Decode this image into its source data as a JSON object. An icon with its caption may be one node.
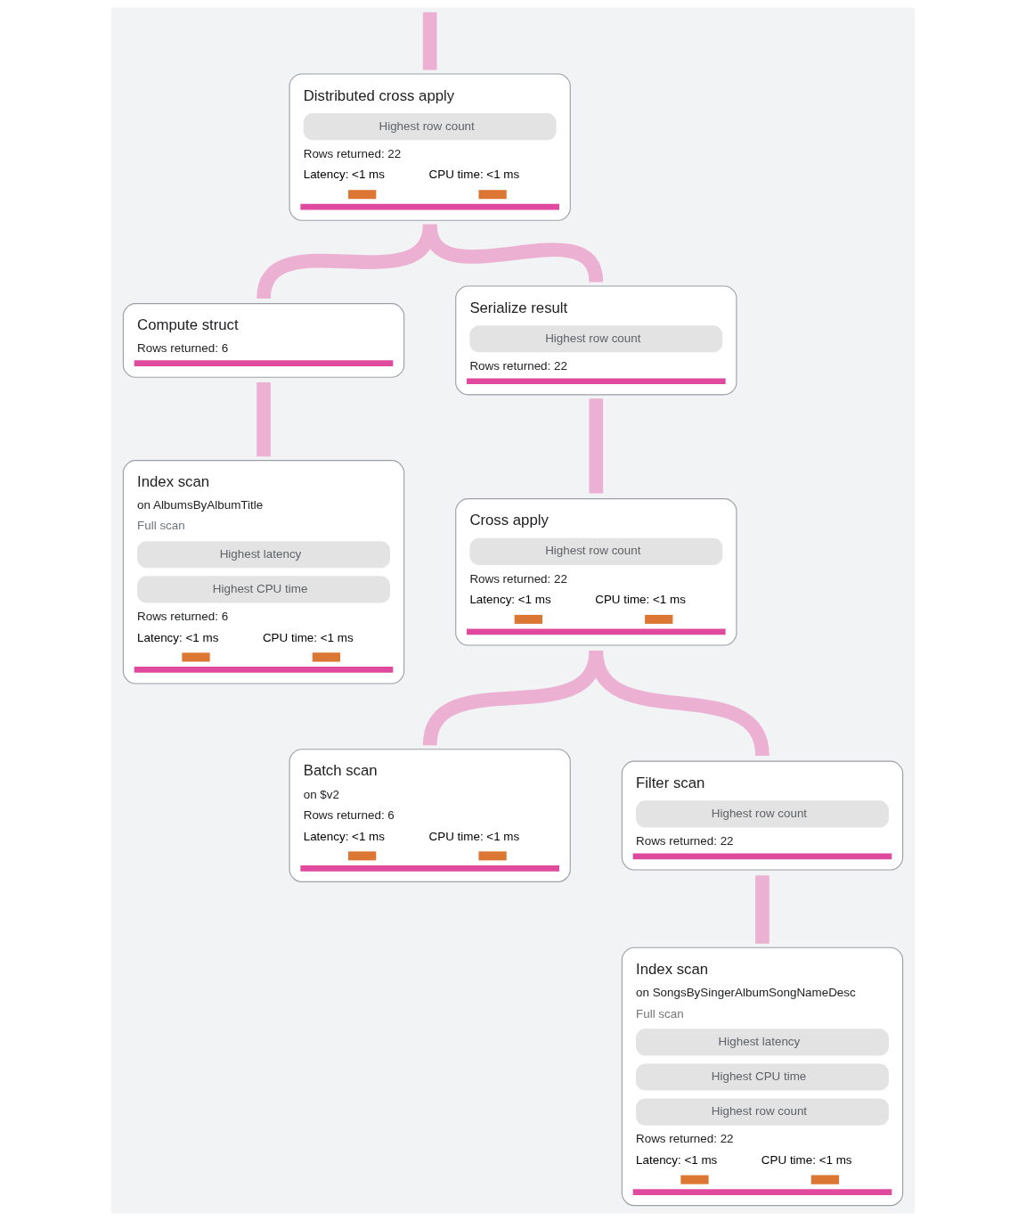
{
  "diagram": {
    "nodes": [
      {
        "text": [
          "Distributed cross apply",
          "Highest row count",
          "Rows returned: 22",
          "Latency: <1 ms",
          "CPU time: <1 ms"
        ]
      },
      {
        "text": [
          "Compute struct",
          "Rows returned: 6"
        ]
      },
      {
        "text": [
          "Serialize result",
          "Highest row count",
          "Rows returned: 22"
        ]
      },
      {
        "text": [
          "Index scan",
          "on AlbumsByAlbumTitle",
          "Full scan",
          "Highest latency",
          "Highest CPU time",
          "Rows returned: 6",
          "Latency: <1 ms",
          "CPU time: <1 ms"
        ]
      },
      {
        "text": [
          "Cross apply",
          "Highest row count",
          "Rows returned: 22",
          "Latency: <1 ms",
          "CPU time: <1 ms"
        ]
      },
      {
        "text": [
          "Batch scan",
          "on $v2",
          "Rows returned: 6",
          "Latency: <1 ms",
          "CPU time: <1 ms"
        ]
      },
      {
        "text": [
          "Filter scan",
          "Highest row count",
          "Rows returned: 22"
        ]
      },
      {
        "text": [
          "Index scan",
          "on SongsBySingerAlbumSongNameDesc",
          "Full scan",
          "Highest latency",
          "Highest CPU time",
          "Highest row count",
          "Rows returned: 22",
          "Latency: <1 ms",
          "CPU time: <1 ms"
        ]
      }
    ],
    "edges": [
      {
        "from": null,
        "to": 0,
        "arrow": "none"
      },
      {
        "from": 0,
        "to": 1,
        "arrow": "none"
      },
      {
        "from": 0,
        "to": 2,
        "arrow": "none"
      },
      {
        "from": 1,
        "to": 3,
        "arrow": "none"
      },
      {
        "from": 2,
        "to": 4,
        "arrow": "none"
      },
      {
        "from": 4,
        "to": 5,
        "arrow": "none"
      },
      {
        "from": 4,
        "to": 6,
        "arrow": "none"
      },
      {
        "from": 6,
        "to": 7,
        "arrow": "none"
      }
    ]
  }
}
